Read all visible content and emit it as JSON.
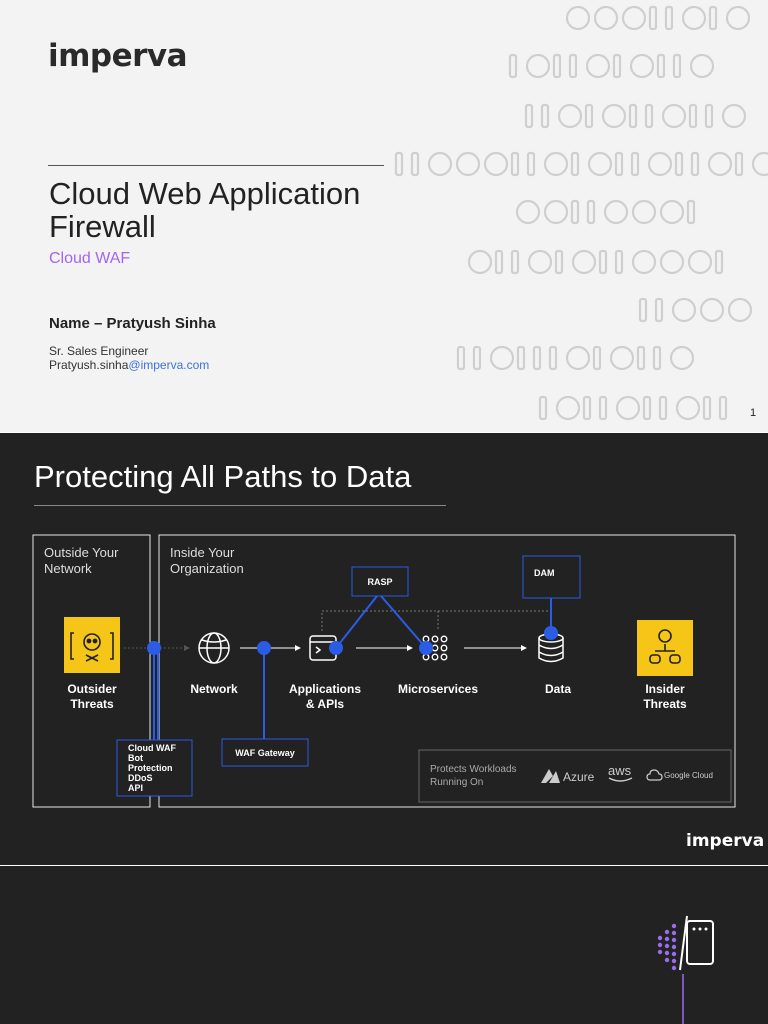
{
  "slide1": {
    "logo": "imperva",
    "title": "Cloud Web Application Firewall",
    "subtitle": "Cloud WAF",
    "name": "Name – Pratyush Sinha",
    "role": "Sr. Sales Engineer",
    "email_prefix": "Pratyush.sinha",
    "email_domain": "@imperva.com",
    "page_number": "1"
  },
  "slide2": {
    "title": "Protecting All Paths to Data",
    "outside_label": "Outside Your Network",
    "inside_label": "Inside Your Organization",
    "nodes": {
      "outsider": "Outsider Threats",
      "network": "Network",
      "applications": "Applications & APIs",
      "microservices": "Microservices",
      "data": "Data",
      "insider": "Insider Threats"
    },
    "callouts": {
      "rasp": "RASP",
      "dam": "DAM",
      "waf_gateway": "WAF Gateway",
      "cloud_waf_lines": [
        "Cloud WAF",
        "Bot",
        "Protection",
        "DDoS",
        "API"
      ]
    },
    "workloads_label": "Protects Workloads Running On",
    "clouds": {
      "azure": "Azure",
      "aws": "aws",
      "google": "Google Cloud"
    },
    "logo": "imperva"
  },
  "colors": {
    "accent_purple": "#a466f0",
    "link_blue": "#3a74d8",
    "node_blue": "#2b5ce6",
    "threat_yellow": "#f5c518",
    "dark_bg": "#222222"
  }
}
